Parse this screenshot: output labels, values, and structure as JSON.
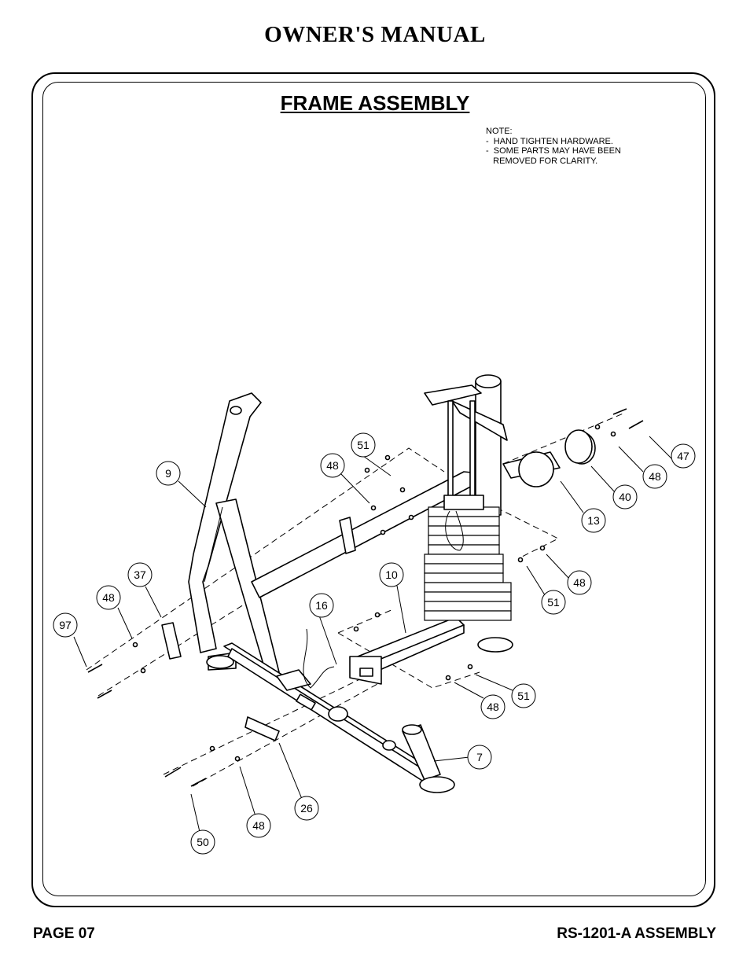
{
  "header": {
    "title": "OWNER'S MANUAL"
  },
  "section": {
    "title": "FRAME ASSEMBLY"
  },
  "note": {
    "heading": "NOTE:",
    "lines": [
      "-  HAND TIGHTEN HARDWARE.",
      "-  SOME PARTS MAY HAVE BEEN",
      "   REMOVED FOR CLARITY."
    ]
  },
  "callouts": {
    "c9": "9",
    "c51a": "51",
    "c48a": "48",
    "c47": "47",
    "c48b": "48",
    "c40": "40",
    "c13": "13",
    "c37": "37",
    "c10": "10",
    "c48c": "48",
    "c51b": "51",
    "c48d": "48",
    "c16": "16",
    "c97": "97",
    "c51c": "51",
    "c48e": "48",
    "c7": "7",
    "c26": "26",
    "c48f": "48",
    "c50": "50"
  },
  "footer": {
    "page": "PAGE 07",
    "doc": "RS-1201-A ASSEMBLY"
  }
}
